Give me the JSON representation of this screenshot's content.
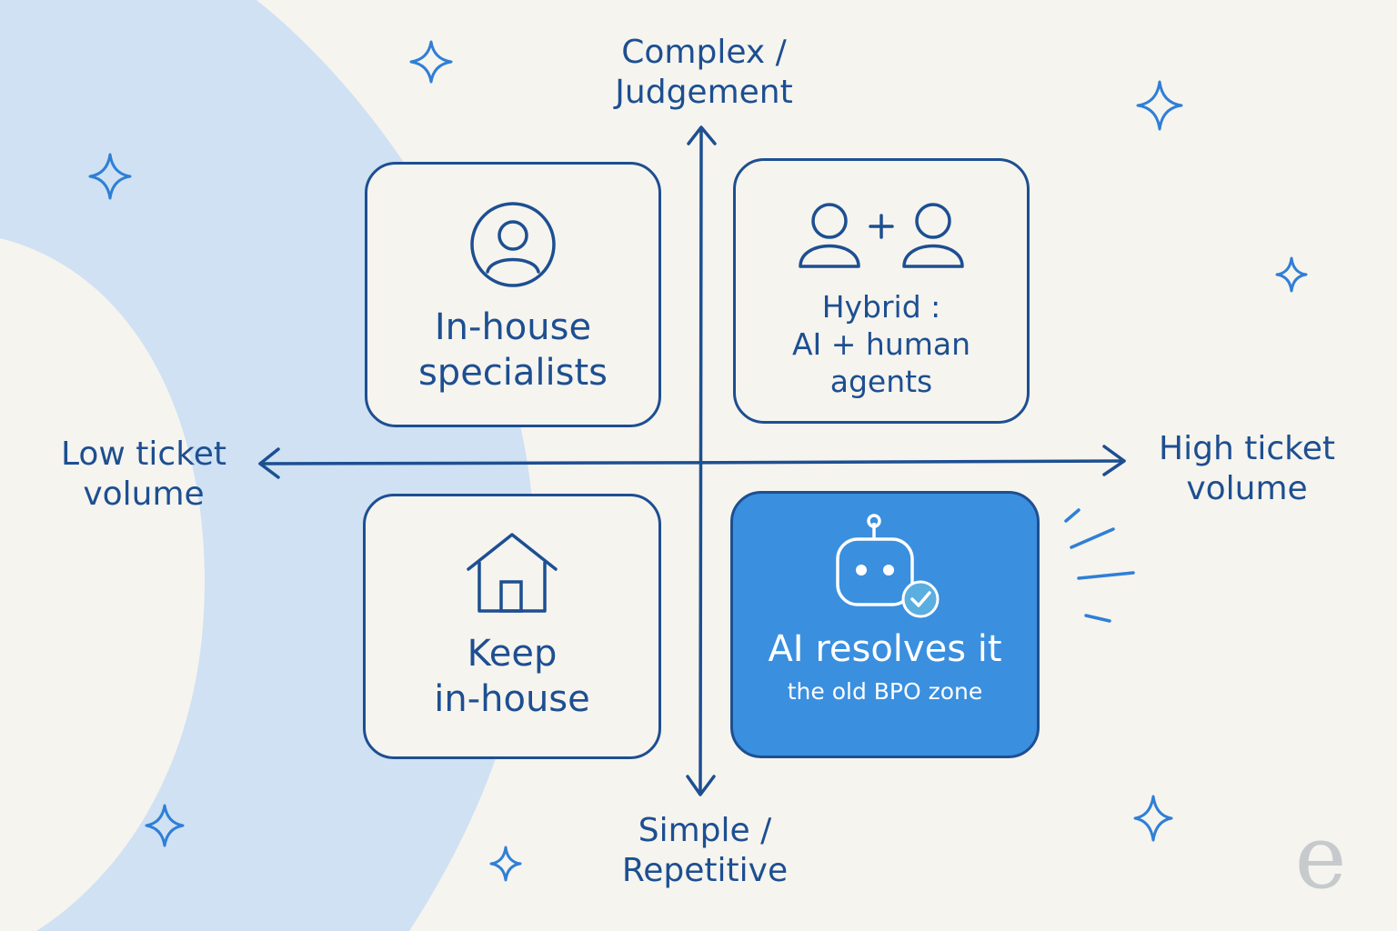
{
  "axes": {
    "top": [
      "Complex /",
      "Judgement"
    ],
    "bottom": [
      "Simple /",
      "Repetitive"
    ],
    "left": [
      "Low ticket",
      "volume"
    ],
    "right": [
      "High ticket",
      "volume"
    ]
  },
  "quadrants": {
    "top_left": {
      "lines": [
        "In-house",
        "specialists"
      ],
      "icon": "person-icon"
    },
    "top_right": {
      "lines": [
        "Hybrid :",
        "AI + human",
        "agents"
      ],
      "icon": "two-people-icon"
    },
    "bottom_left": {
      "lines": [
        "Keep",
        "in-house"
      ],
      "icon": "house-icon"
    },
    "bottom_right": {
      "lines": [
        "AI resolves it"
      ],
      "subtitle": "the old BPO zone",
      "icon": "robot-check-icon"
    }
  },
  "colors": {
    "ink": "#1d4f91",
    "highlight_fill": "#3a8fdf",
    "background": "#f6f4ef",
    "arc": "#cfe1f3",
    "sparkle": "#2f7fd6",
    "logo": "#c6cacd"
  },
  "logo": {
    "letter": "e"
  }
}
